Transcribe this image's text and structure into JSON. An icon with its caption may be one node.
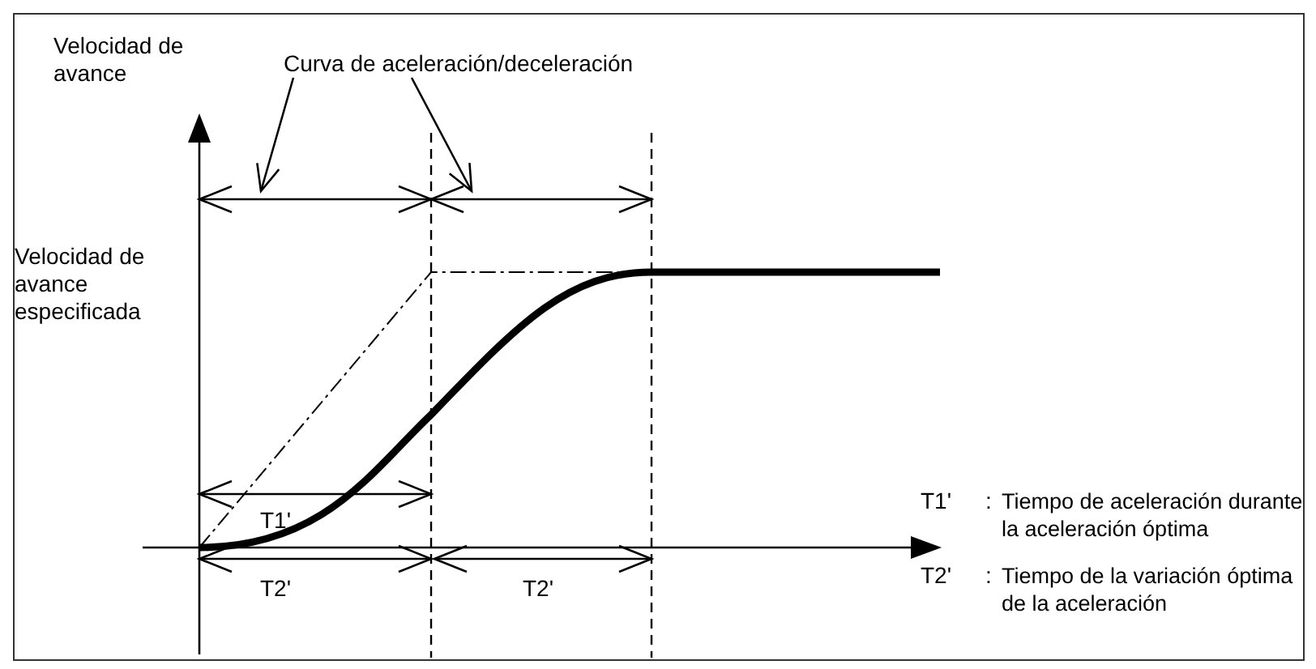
{
  "diagram": {
    "nodes": [
      {
        "text": [
          "Curva de aceleración/deceleración"
        ]
      },
      {
        "text": [],
        "shape": "line"
      },
      {
        "text": [],
        "shape": "line"
      }
    ],
    "edges": [
      {
        "from": 0,
        "to": 1,
        "arrow": "to"
      },
      {
        "from": 0,
        "to": 2,
        "arrow": "to"
      }
    ],
    "labels": [
      "Velocidad de avance",
      "Velocidad de avance especificada",
      "T1'",
      "T2'",
      "T2'",
      "T1'",
      ":",
      "Tiempo de aceleración durante la aceleración óptima",
      "T2'",
      ":",
      "Tiempo de la variación óptima de la aceleración"
    ]
  }
}
